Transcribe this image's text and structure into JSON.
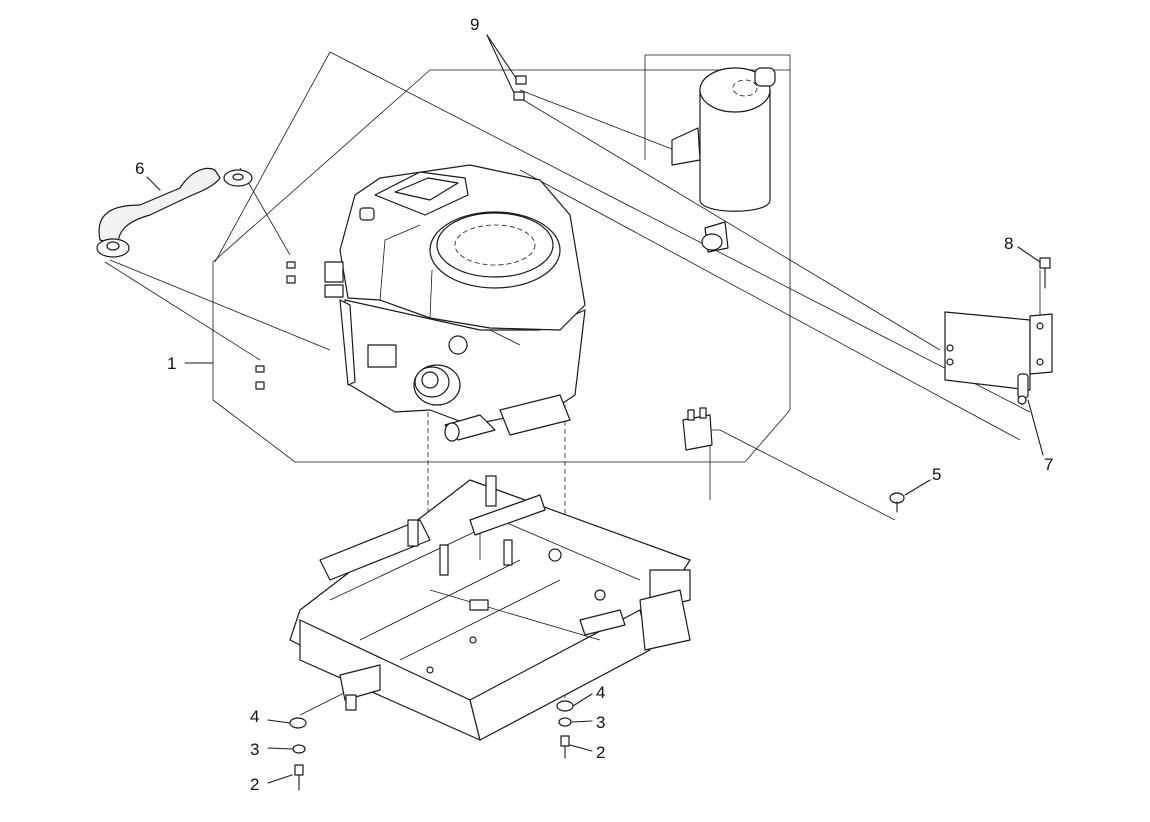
{
  "diagram": {
    "callouts": [
      {
        "id": "c1",
        "label": "1"
      },
      {
        "id": "c2a",
        "label": "2"
      },
      {
        "id": "c2b",
        "label": "2"
      },
      {
        "id": "c3a",
        "label": "3"
      },
      {
        "id": "c3b",
        "label": "3"
      },
      {
        "id": "c4a",
        "label": "4"
      },
      {
        "id": "c4b",
        "label": "4"
      },
      {
        "id": "c5",
        "label": "5"
      },
      {
        "id": "c6",
        "label": "6"
      },
      {
        "id": "c7",
        "label": "7"
      },
      {
        "id": "c8",
        "label": "8"
      },
      {
        "id": "c9",
        "label": "9"
      }
    ]
  }
}
